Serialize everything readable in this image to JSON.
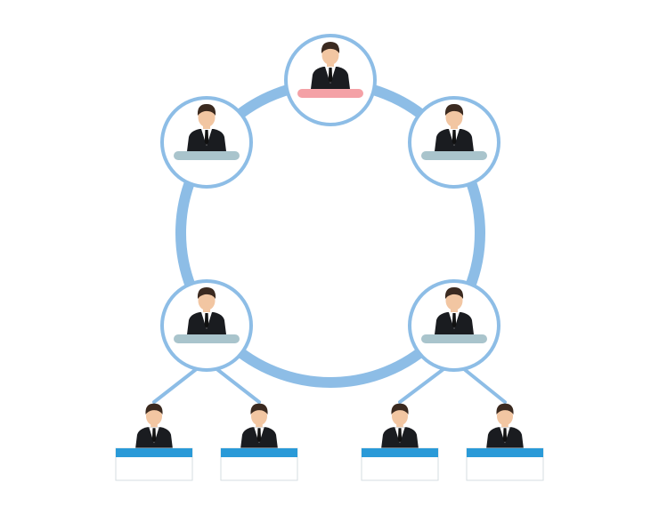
{
  "diagram": {
    "colors": {
      "ring": "#8dbde6",
      "node_border": "#8dbde6",
      "node_fill": "#ffffff",
      "leader_bar": "#f4a1a6",
      "member_bar": "#a9c4cc",
      "desk_top": "#2a9ad8",
      "desk_body": "#ffffff",
      "desk_border": "#d6dde2",
      "suit": "#1a1c20",
      "shirt": "#ffffff",
      "tie": "#111111",
      "skin": "#f2c6a2",
      "hair": "#3b2a20"
    },
    "nodes": [
      {
        "id": "top",
        "role": "leader",
        "icon": "businessman-icon"
      },
      {
        "id": "upper-left",
        "role": "member",
        "icon": "businessman-icon"
      },
      {
        "id": "upper-right",
        "role": "member",
        "icon": "businessman-icon"
      },
      {
        "id": "lower-left",
        "role": "member",
        "icon": "businessman-icon"
      },
      {
        "id": "lower-right",
        "role": "member",
        "icon": "businessman-icon"
      }
    ],
    "desks": [
      {
        "id": "desk-1",
        "parent": "lower-left",
        "icon": "businessman-icon"
      },
      {
        "id": "desk-2",
        "parent": "lower-left",
        "icon": "businessman-icon"
      },
      {
        "id": "desk-3",
        "parent": "lower-right",
        "icon": "businessman-icon"
      },
      {
        "id": "desk-4",
        "parent": "lower-right",
        "icon": "businessman-icon"
      }
    ]
  }
}
